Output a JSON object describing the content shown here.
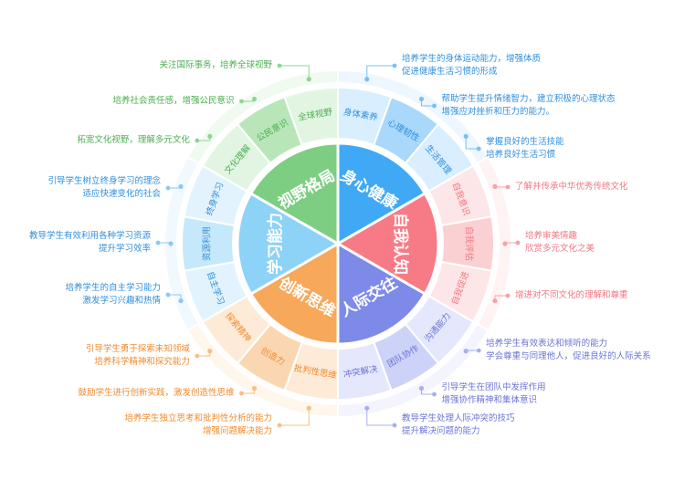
{
  "colors": {
    "green": {
      "core": "#7dce82",
      "mid": "#b8e6b9",
      "outer": "#e2f5e2",
      "ring": "#f1faf1",
      "text": "#4caf50",
      "line": "#8fd694"
    },
    "blue": {
      "core": "#3fa9f5",
      "mid": "#a9d8fb",
      "outer": "#d9eefe",
      "ring": "#eef7ff",
      "text": "#2f8fdc",
      "line": "#79c0f4"
    },
    "pink": {
      "core": "#f77b86",
      "mid": "#fbd0d3",
      "outer": "#fde6e7",
      "ring": "#fff3f4",
      "text": "#f07782",
      "line": "#f7a1a8"
    },
    "purple": {
      "core": "#7d8ae8",
      "mid": "#cdd2f8",
      "outer": "#e5e8fc",
      "ring": "#f3f4fe",
      "text": "#6b74d6",
      "line": "#a7aff1"
    },
    "orange": {
      "core": "#f7a85a",
      "mid": "#fbd7b1",
      "outer": "#fdebd8",
      "ring": "#fff6ec",
      "text": "#f08b2e",
      "line": "#f7bf87"
    },
    "sky": {
      "core": "#8dd2f7",
      "mid": "#c5e8fb",
      "outer": "#e2f3fd",
      "ring": "#f1f9fe",
      "text": "#2f8fdc",
      "line": "#8cc9f0"
    }
  },
  "segments": [
    {
      "name": "身心健康",
      "color": "blue",
      "start": 0,
      "end": 60,
      "items": [
        {
          "label": "身体素养",
          "desc": [
            "培养学生的身体运动能力，增强体质",
            "促进健康生活习惯的形成"
          ]
        },
        {
          "label": "心理韧性",
          "desc": [
            "帮助学生提升情绪智力，建立积极的心理状态",
            "增强应对挫折和压力的能力。"
          ]
        },
        {
          "label": "生活管理",
          "desc": [
            "掌握良好的生活技能",
            "培养良好生活习惯"
          ]
        }
      ]
    },
    {
      "name": "自我认知",
      "color": "pink",
      "start": 60,
      "end": 120,
      "items": [
        {
          "label": "自我意识",
          "desc": [
            "了解并传承中华优秀传统文化"
          ]
        },
        {
          "label": "自我评估",
          "desc": [
            "培养审美情趣",
            "欣赏多元文化之美"
          ]
        },
        {
          "label": "自我促进",
          "desc": [
            "增进对不同文化的理解和尊重"
          ]
        }
      ]
    },
    {
      "name": "人际交往",
      "color": "purple",
      "start": 120,
      "end": 180,
      "items": [
        {
          "label": "沟通能力",
          "desc": [
            "培养学生有效表达和倾听的能力",
            "学会尊重与同理他人，促进良好的人际关系"
          ]
        },
        {
          "label": "团队协作",
          "desc": [
            "引导学生在团队中发挥作用",
            "增强协作精神和集体意识"
          ]
        },
        {
          "label": "冲突解决",
          "desc": [
            "教导学生处理人际冲突的技巧",
            "提升解决问题的能力"
          ]
        }
      ]
    },
    {
      "name": "创新思维",
      "color": "orange",
      "start": 180,
      "end": 240,
      "items": [
        {
          "label": "批判性思维",
          "desc": [
            "培养学生独立思考和批判性分析的能力",
            "增强问题解决能力"
          ]
        },
        {
          "label": "创造力",
          "desc": [
            "鼓励学生进行创新实践，激发创造性思维"
          ]
        },
        {
          "label": "探索精神",
          "desc": [
            "引导学生勇于探索未知领域",
            "培养科学精神和探究能力"
          ]
        }
      ]
    },
    {
      "name": "学习能力",
      "color": "sky",
      "start": 240,
      "end": 300,
      "items": [
        {
          "label": "自主学习",
          "desc": [
            "培养学生的自主学习能力",
            "激发学习兴趣和热情"
          ]
        },
        {
          "label": "资源利用",
          "desc": [
            "教导学生有效利用各种学习资源",
            "提升学习效率"
          ]
        },
        {
          "label": "终身学习",
          "desc": [
            "引导学生树立终身学习的理念",
            "适应快速变化的社会"
          ]
        }
      ]
    },
    {
      "name": "视野格局",
      "color": "green",
      "start": 300,
      "end": 360,
      "items": [
        {
          "label": "文化理解",
          "desc": [
            "拓宽文化视野，理解多元文化"
          ]
        },
        {
          "label": "公民意识",
          "desc": [
            "培养社会责任感，增强公民意识"
          ]
        },
        {
          "label": "全球视野",
          "desc": [
            "关注国际事务，培养全球视野"
          ]
        }
      ]
    }
  ]
}
